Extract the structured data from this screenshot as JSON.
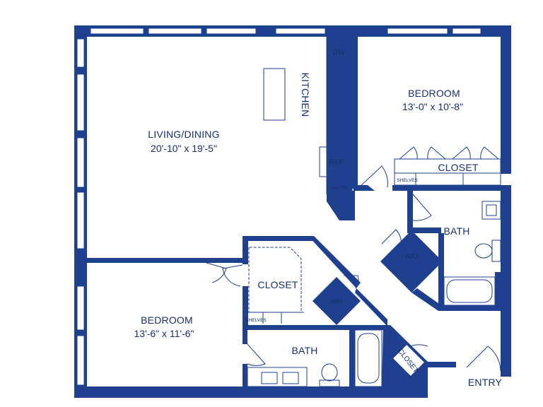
{
  "colors": {
    "wall": "#1f3f8f",
    "text": "#1a2f6b",
    "window": "#dfe6f3"
  },
  "rooms": {
    "living": {
      "name": "LIVING/DINING",
      "dim": "20'-10\" x 19'-5\""
    },
    "kitchen": {
      "name": "KITCHEN"
    },
    "bedroom1": {
      "name": "BEDROOM",
      "dim": "13'-0\" x 10'-8\""
    },
    "closet1": {
      "name": "CLOSET"
    },
    "shelves1": {
      "name": "SHELVES"
    },
    "bath1": {
      "name": "BATH"
    },
    "wd": {
      "name": "W/D"
    },
    "closet2": {
      "name": "CLOSET"
    },
    "shelves2": {
      "name": "SHELVES"
    },
    "wh": {
      "name": "WH"
    },
    "bedroom2": {
      "name": "BEDROOM",
      "dim": "13'-6\" x 11'-6\""
    },
    "bath2": {
      "name": "BATH"
    },
    "closet3": {
      "name": "CLOSET"
    },
    "entry": {
      "name": "ENTRY"
    }
  },
  "appliances": {
    "dw": "DW",
    "ref": "REF",
    "pantry": "PANTRY"
  }
}
